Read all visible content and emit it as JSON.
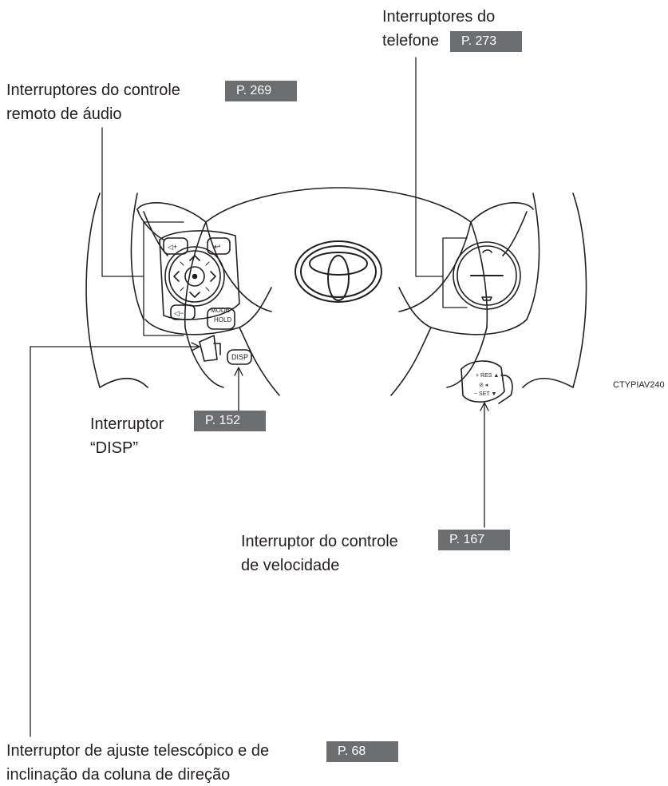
{
  "callouts": {
    "phone": {
      "line1": "Interruptores do",
      "line2": "telefone",
      "ref": "P. 273"
    },
    "audio": {
      "line1": "Interruptores do controle",
      "line2": "remoto de áudio",
      "ref": "P. 269"
    },
    "disp": {
      "line1": "Interruptor",
      "line2": "“DISP”",
      "ref": "P. 152"
    },
    "speed": {
      "line1": "Interruptor do controle",
      "line2": "de velocidade",
      "ref": "P. 167"
    },
    "tilt": {
      "line1": "Interruptor de ajuste telescópico e de",
      "line2": "inclinação da coluna de direção",
      "ref": "P. 68"
    }
  },
  "figure_code": "CTYPIAV240",
  "wheel_buttons": {
    "mode": "MODE",
    "hold": "HOLD",
    "disp": "DISP"
  },
  "colors": {
    "ref_badge": "#6d6e70",
    "line": "#231f20"
  }
}
